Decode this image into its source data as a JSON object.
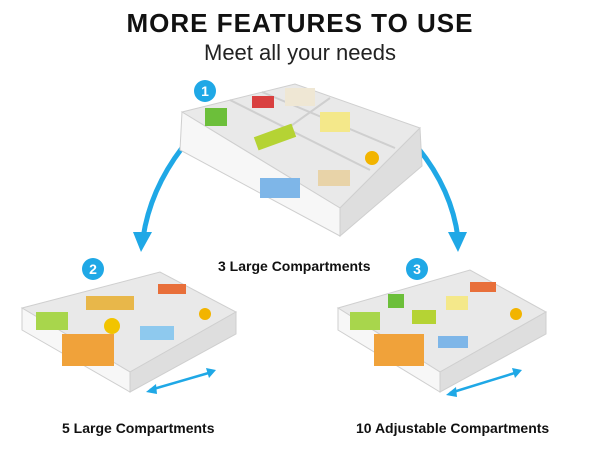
{
  "header": {
    "title": "MORE FEATURES TO USE",
    "subtitle": "Meet all your needs"
  },
  "options": [
    {
      "number": "1",
      "caption": "3 Large Compartments"
    },
    {
      "number": "2",
      "caption": "5 Large Compartments"
    },
    {
      "number": "3",
      "caption": "10 Adjustable Compartments"
    }
  ],
  "colors": {
    "accent": "#1fa8e6",
    "tray": "#f2f2f2",
    "tray_edge": "#d0d0d0"
  }
}
